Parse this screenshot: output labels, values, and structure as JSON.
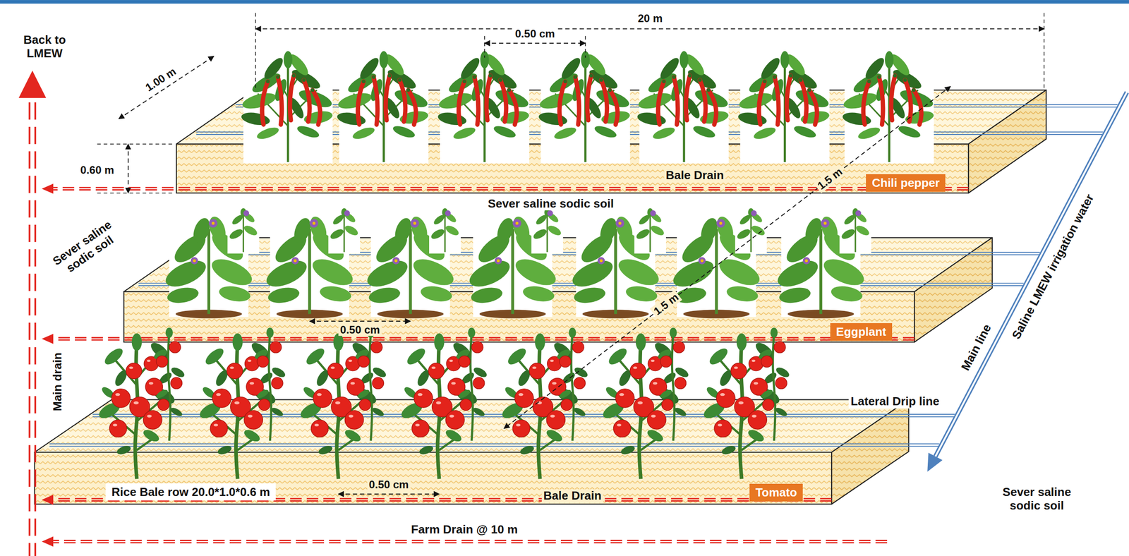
{
  "diagram": {
    "nodes": [
      {
        "text": [
          "Chili pepper"
        ]
      },
      {
        "text": [
          "Eggplant"
        ]
      },
      {
        "text": [
          "Rice Bale row 20.0*1.0*0.6 m"
        ]
      },
      {
        "text": [
          "Tomato"
        ]
      }
    ],
    "labels": [
      "Back to LMEW",
      "20 m",
      "0.50 cm",
      "1.00 m",
      "0.60 m",
      "Bale Drain",
      "1.5 m",
      "Sever saline sodic soil",
      "Sever saline sodic soil",
      "0.50 cm",
      "1.5 m",
      "Saline LMEW irrigation water",
      "Main drain",
      "Main line",
      "Lateral Drip line",
      "0.50 cm",
      "Bale Drain",
      "Sever saline sodic soil",
      "Farm Drain @ 10 m"
    ]
  }
}
